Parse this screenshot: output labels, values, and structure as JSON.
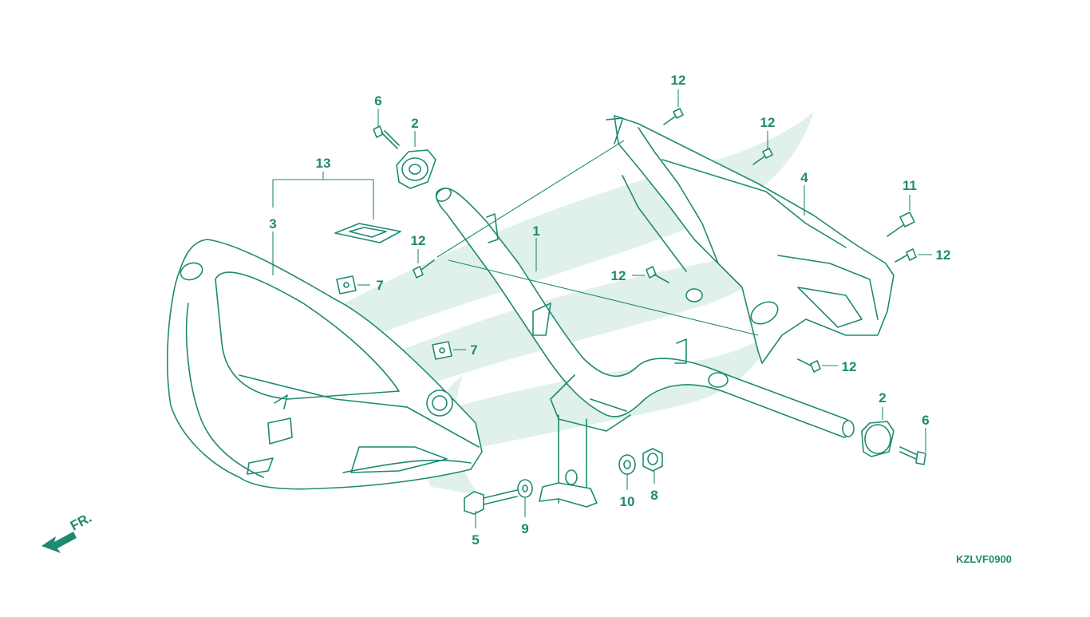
{
  "diagram": {
    "code": "KZLVF0900",
    "direction_label": "FR.",
    "callouts": [
      {
        "id": "c1",
        "label": "1"
      },
      {
        "id": "c2a",
        "label": "2"
      },
      {
        "id": "c2b",
        "label": "2"
      },
      {
        "id": "c3",
        "label": "3"
      },
      {
        "id": "c4",
        "label": "4"
      },
      {
        "id": "c5",
        "label": "5"
      },
      {
        "id": "c6a",
        "label": "6"
      },
      {
        "id": "c6b",
        "label": "6"
      },
      {
        "id": "c7a",
        "label": "7"
      },
      {
        "id": "c7b",
        "label": "7"
      },
      {
        "id": "c8",
        "label": "8"
      },
      {
        "id": "c9",
        "label": "9"
      },
      {
        "id": "c10",
        "label": "10"
      },
      {
        "id": "c11",
        "label": "11"
      },
      {
        "id": "c12a",
        "label": "12"
      },
      {
        "id": "c12b",
        "label": "12"
      },
      {
        "id": "c12c",
        "label": "12"
      },
      {
        "id": "c12d",
        "label": "12"
      },
      {
        "id": "c12e",
        "label": "12"
      },
      {
        "id": "c12f",
        "label": "12"
      },
      {
        "id": "c13",
        "label": "13"
      }
    ],
    "colors": {
      "line": "#1e8a72",
      "watermark": "#dff1ea",
      "background": "#ffffff"
    }
  }
}
